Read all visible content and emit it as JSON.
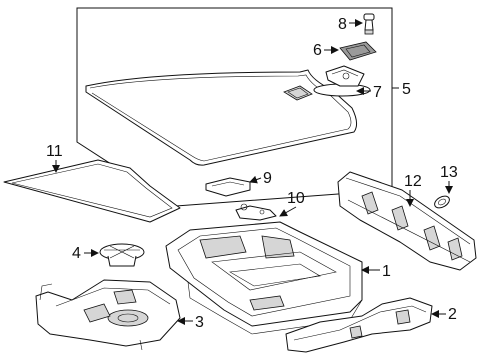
{
  "callouts": {
    "c1": "1",
    "c2": "2",
    "c3": "3",
    "c4": "4",
    "c5": "5",
    "c6": "6",
    "c7": "7",
    "c8": "8",
    "c9": "9",
    "c10": "10",
    "c11": "11",
    "c12": "12",
    "c13": "13"
  },
  "colors": {
    "line": "#111111",
    "background": "#ffffff",
    "shade": "#d6d6d6"
  }
}
